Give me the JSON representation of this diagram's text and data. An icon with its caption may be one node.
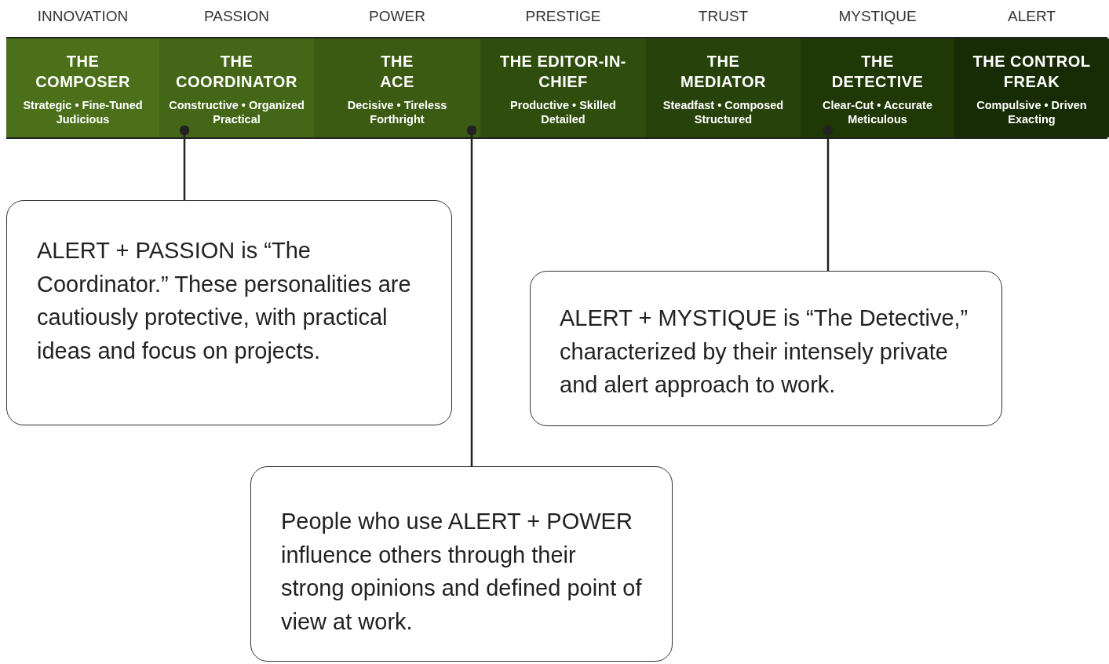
{
  "diagram": {
    "nodes": [
      {
        "text": [
          "THE COMPOSER",
          "Strategic • Fine-Tuned Judicious"
        ],
        "beside": [
          "INNOVATION"
        ]
      },
      {
        "text": [
          "THE COORDINATOR",
          "Constructive • Organized Practical"
        ],
        "beside": [
          "PASSION"
        ]
      },
      {
        "text": [
          "THE ACE",
          "Decisive • Tireless Forthright"
        ],
        "beside": [
          "POWER"
        ]
      },
      {
        "text": [
          "THE EDITOR-IN-CHIEF",
          "Productive • Skilled Detailed"
        ],
        "beside": [
          "PRESTIGE"
        ]
      },
      {
        "text": [
          "THE MEDIATOR",
          "Steadfast • Composed Structured"
        ],
        "beside": [
          "TRUST"
        ]
      },
      {
        "text": [
          "THE DETECTIVE",
          "Clear-Cut • Accurate Meticulous"
        ],
        "beside": [
          "MYSTIQUE"
        ]
      },
      {
        "text": [
          "THE CONTROL FREAK",
          "Compulsive • Driven Exacting"
        ],
        "beside": [
          "ALERT"
        ]
      },
      {
        "text": [
          "ALERT + PASSION is “The Coordinator.” These personalities are cautiously protective, with practical ideas and focus on projects."
        ]
      },
      {
        "text": [
          "ALERT + MYSTIQUE is “The Detective,” characterized by their intensely private and alert approach to work."
        ]
      },
      {
        "text": [
          "People who use ALERT + POWER influence others through their strong opinions and defined point of view at work."
        ]
      }
    ],
    "edges": [
      {
        "from": 7,
        "to": 1,
        "arrow": "other"
      },
      {
        "from": 8,
        "to": 5,
        "arrow": "other"
      },
      {
        "from": 9,
        "to": 2,
        "arrow": "other"
      }
    ]
  }
}
